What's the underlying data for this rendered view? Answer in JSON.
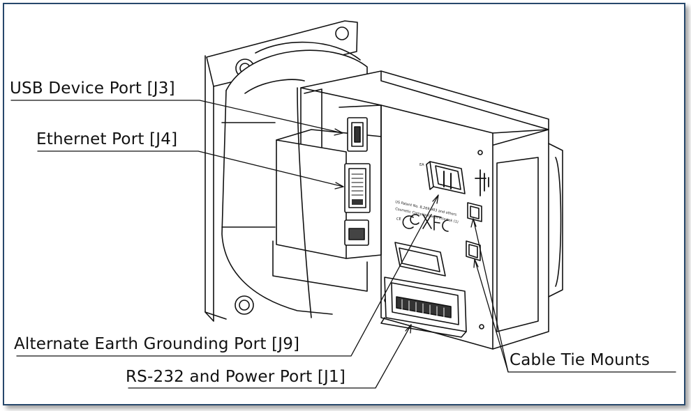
{
  "colors": {
    "frame_border": "#27486b",
    "line": "#111111",
    "background": "#ffffff"
  },
  "callouts": [
    {
      "id": "usb",
      "text": "USB Device Port [J3]"
    },
    {
      "id": "ethernet",
      "text": "Ethernet Port [J4]"
    },
    {
      "id": "earth",
      "text": "Alternate Earth Grounding Port [J9]"
    },
    {
      "id": "rs232",
      "text": "RS-232 and Power Port [J1]"
    },
    {
      "id": "cable",
      "text": "Cable Tie Mounts"
    }
  ],
  "device_markings": {
    "patent_text": "US Patent No. 8,269,983 and others",
    "compat_text": "Cosmetic Compliant with Intertek (1)"
  }
}
